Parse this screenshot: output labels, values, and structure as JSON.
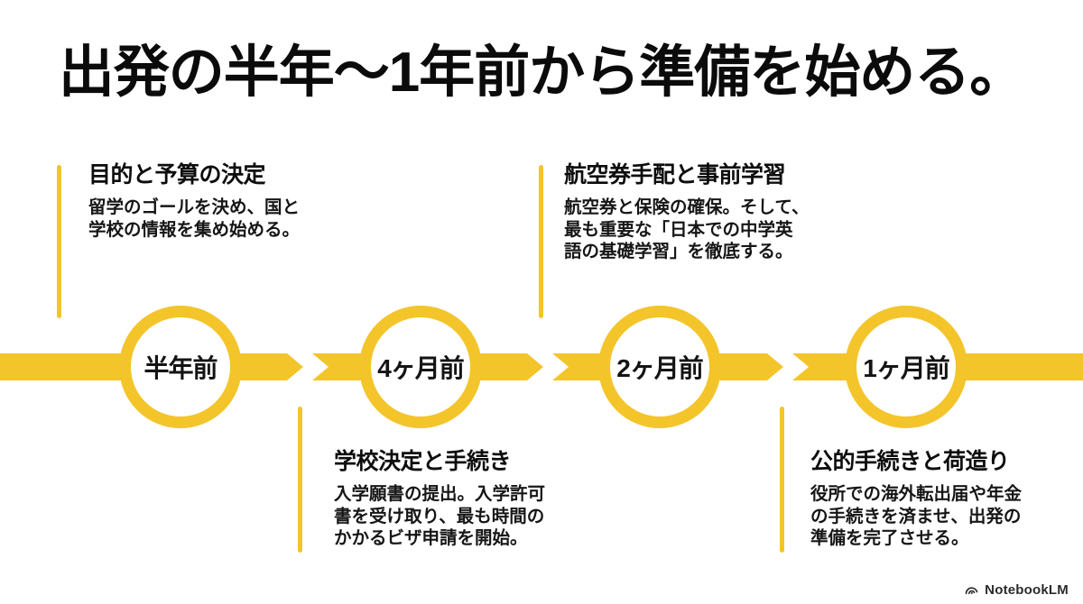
{
  "title": "出発の半年〜1年前から準備を始める。",
  "colors": {
    "accent_yellow": "#F3C52B",
    "text_black": "#111111"
  },
  "timeline": {
    "steps": [
      {
        "milestone": "半年前",
        "heading": "目的と予算の決定",
        "body": "留学のゴールを決め、国と\n学校の情報を集め始める。",
        "placement": "above"
      },
      {
        "milestone": "4ヶ月前",
        "heading": "学校決定と手続き",
        "body": "入学願書の提出。入学許可\n書を受け取り、最も時間の\nかかるビザ申請を開始。",
        "placement": "below"
      },
      {
        "milestone": "2ヶ月前",
        "heading": "航空券手配と事前学習",
        "body": "航空券と保険の確保。そして、\n最も重要な「日本での中学英\n語の基礎学習」を徹底する。",
        "placement": "above"
      },
      {
        "milestone": "1ヶ月前",
        "heading": "公的手続きと荷造り",
        "body": "役所での海外転出届や年金\nの手続きを済ませ、出発の\n準備を完了させる。",
        "placement": "below"
      }
    ]
  },
  "footer": {
    "brand": "NotebookLM"
  }
}
